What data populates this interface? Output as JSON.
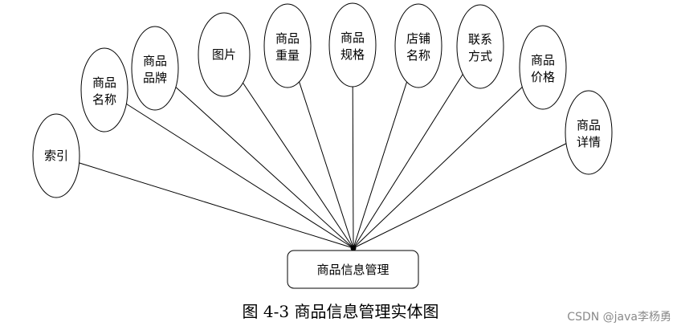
{
  "entity": {
    "label": "商品信息管理"
  },
  "attributes": [
    {
      "line1": "索引",
      "line2": ""
    },
    {
      "line1": "商品",
      "line2": "名称"
    },
    {
      "line1": "商品",
      "line2": "品牌"
    },
    {
      "line1": "图片",
      "line2": ""
    },
    {
      "line1": "商品",
      "line2": "重量"
    },
    {
      "line1": "商品",
      "line2": "规格"
    },
    {
      "line1": "店铺",
      "line2": "名称"
    },
    {
      "line1": "联系",
      "line2": "方式"
    },
    {
      "line1": "商品",
      "line2": "价格"
    },
    {
      "line1": "商品",
      "line2": "详情"
    }
  ],
  "caption": "图 4-3 商品信息管理实体图",
  "watermark": "CSDN @java李杨勇"
}
